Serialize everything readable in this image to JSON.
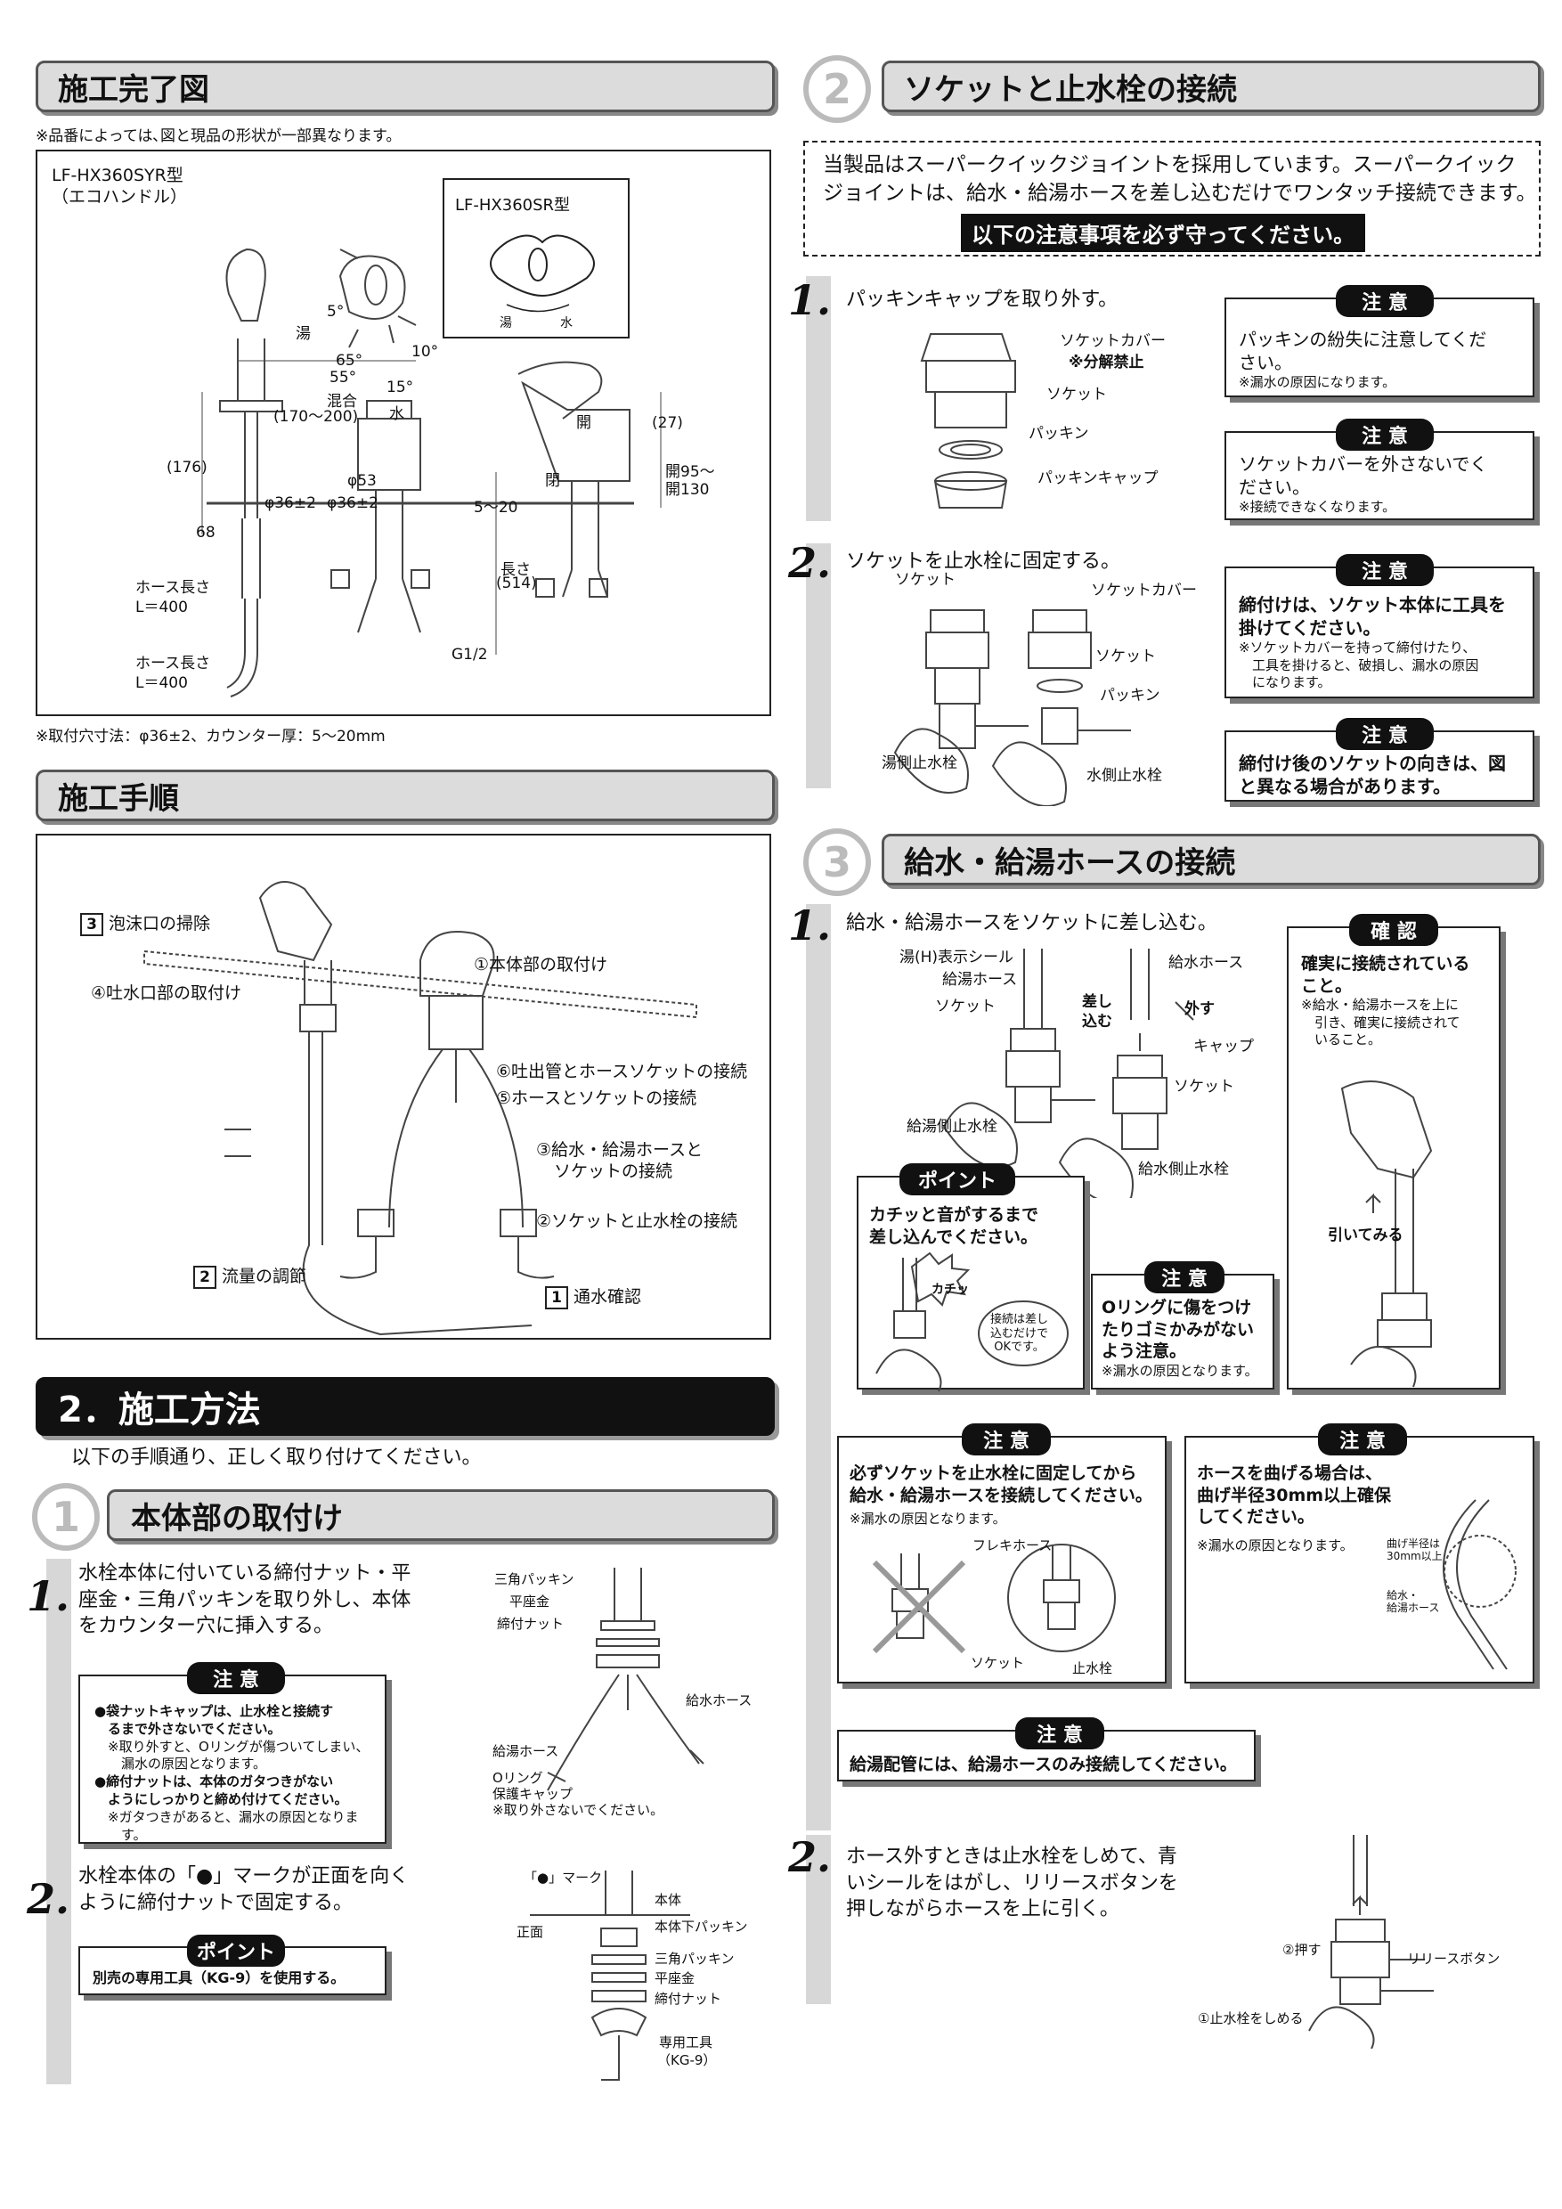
{
  "completion": {
    "title": "施工完了図",
    "note": "※品番によっては､図と現品の形状が一部異なります。",
    "model1": "LF-HX360SYR型",
    "model1_sub": "（エコハンドル）",
    "model2": "LF-HX360SR型",
    "hot": "湯",
    "cold": "水",
    "mix": "混合",
    "angle_5": "5°",
    "angle_65": "65°",
    "angle_55": "55°",
    "angle_15": "15°",
    "angle_10": "10°",
    "dim_170_200": "(170〜200)",
    "dim_176": "(176)",
    "dim_36a": "φ36±2",
    "dim_36b": "φ36±2",
    "dim_53": "φ53",
    "dim_68": "68",
    "dim_5_20": "5〜20",
    "dim_27": "(27)",
    "open": "開",
    "close": "閉",
    "open95": "開95〜",
    "open130": "開130",
    "length": "長さ",
    "length514": "(514)",
    "g12": "G1/2",
    "hose_len1": "ホース長さ",
    "hose_l1": "L＝400",
    "hose_len2": "ホース長さ",
    "hose_l2": "L＝400",
    "footnote": "※取付穴寸法：φ36±2、カウンター厚：5〜20mm"
  },
  "procedure": {
    "title": "施工手順",
    "s3": "3",
    "s3_label": "泡沫口の掃除",
    "s4": "④吐水口部の取付け",
    "s1c": "①本体部の取付け",
    "s6": "⑥吐出管とホースソケットの接続",
    "s5": "⑤ホースとソケットの接続",
    "s3c_a": "③給水・給湯ホースと",
    "s3c_b": "ソケットの接続",
    "s2c": "②ソケットと止水栓の接続",
    "s2": "2",
    "s2_label": "流量の調節",
    "s1": "1",
    "s1_label": "通水確認"
  },
  "method": {
    "title": "2．施工方法",
    "intro": "以下の手順通り、正しく取り付けてください。"
  },
  "body_install": {
    "num": "1",
    "title": "本体部の取付け",
    "step1_num": "1.",
    "step1_a": "水栓本体に付いている締付ナット・平",
    "step1_b": "座金・三角パッキンを取り外し、本体",
    "step1_c": "をカウンター穴に挿入する。",
    "caution_tag": "注 意",
    "c1_a": "●袋ナットキャップは、止水栓と接続す",
    "c1_b": "　るまで外さないでください。",
    "c1_c": "　※取り外すと、Oリングが傷ついてしまい、",
    "c1_d": "　　漏水の原因となります。",
    "c2_a": "●締付ナットは、本体のガタつきがない",
    "c2_b": "　ようにしっかりと締め付けてください。",
    "c2_c": "　※ガタつきがあると、漏水の原因となりま",
    "c2_d": "　　す。",
    "lbl_tri": "三角パッキン",
    "lbl_flat": "平座金",
    "lbl_nut": "締付ナット",
    "lbl_supply": "給水ホース",
    "lbl_hot": "給湯ホース",
    "lbl_oring": "Oリング",
    "lbl_cap": "保護キャップ",
    "lbl_noremove": "※取り外さないでください。",
    "step2_num": "2.",
    "step2_a": "水栓本体の「●」マークが正面を向く",
    "step2_b": "ように締付ナットで固定する。",
    "point_tag": "ポイント",
    "point_text": "別売の専用工具（KG-9）を使用する。",
    "lbl_mark": "「●」マーク",
    "lbl_front": "正面",
    "lbl_body": "本体",
    "lbl_lower": "本体下パッキン",
    "lbl_tri2": "三角パッキン",
    "lbl_flat2": "平座金",
    "lbl_nut2": "締付ナット",
    "lbl_tool": "専用工具",
    "lbl_kg9": "（KG-9）"
  },
  "socket": {
    "num": "2",
    "title": "ソケットと止水栓の接続",
    "intro_a": "当製品はスーパークイックジョイントを採用しています。スーパークイック",
    "intro_b": "ジョイントは、給水・給湯ホースを差し込むだけでワンタッチ接続できます。",
    "intro_c": "以下の注意事項を必ず守ってください。",
    "step1_num": "1.",
    "step1": "パッキンキャップを取り外す。",
    "lbl_cover": "ソケットカバー",
    "lbl_nodis": "※分解禁止",
    "lbl_socket": "ソケット",
    "lbl_packing": "パッキン",
    "lbl_pcap": "パッキンキャップ",
    "c1_tag": "注 意",
    "c1_a": "パッキンの紛失に注意してくだ",
    "c1_b": "さい。",
    "c1_c": "※漏水の原因になります。",
    "c2_tag": "注 意",
    "c2_a": "ソケットカバーを外さないでく",
    "c2_b": "ださい。",
    "c2_c": "※接続できなくなります。",
    "step2_num": "2.",
    "step2": "ソケットを止水栓に固定する。",
    "lbl_socket2": "ソケット",
    "lbl_cover2": "ソケットカバー",
    "lbl_socket3": "ソケット",
    "lbl_packing2": "パッキン",
    "lbl_hotvalve": "湯側止水栓",
    "lbl_coldvalve": "水側止水栓",
    "c3_tag": "注 意",
    "c3_a": "締付けは、ソケット本体に工具を",
    "c3_b": "掛けてください。",
    "c3_c": "※ソケットカバーを持って締付けたり、",
    "c3_d": "　工具を掛けると、破損し、漏水の原因",
    "c3_e": "　になります。",
    "c4_tag": "注 意",
    "c4_a": "締付け後のソケットの向きは、図",
    "c4_b": "と異なる場合があります。"
  },
  "hose": {
    "num": "3",
    "title": "給水・給湯ホースの接続",
    "step1_num": "1.",
    "step1": "給水・給湯ホースをソケットに差し込む。",
    "lbl_seal": "湯(H)表示シール",
    "lbl_hot": "給湯ホース",
    "lbl_socket": "ソケット",
    "lbl_insert_a": "差し",
    "lbl_insert_b": "込む",
    "lbl_supply": "給水ホース",
    "lbl_remove": "外す",
    "lbl_cap": "キャップ",
    "lbl_socket2": "ソケット",
    "lbl_hotvalve": "給湯側止水栓",
    "lbl_coldvalve": "給水側止水栓",
    "confirm_tag": "確 認",
    "confirm_a": "確実に接続されている",
    "confirm_b": "こと。",
    "confirm_c": "※給水・給湯ホースを上に",
    "confirm_d": "　引き、確実に接続されて",
    "confirm_e": "　いること。",
    "pull": "引いてみる",
    "point_tag": "ポイント",
    "point_a": "カチッと音がするまで",
    "point_b": "差し込んでください。",
    "click": "カチッ",
    "bubble_a": "接続は差し",
    "bubble_b": "込むだけで",
    "bubble_c": "OKです。",
    "c_oring_tag": "注 意",
    "c_oring_a": "Oリングに傷をつけ",
    "c_oring_b": "たりゴミかみがない",
    "c_oring_c": "よう注意。",
    "c_oring_d": "※漏水の原因となります。",
    "c5_tag": "注 意",
    "c5_a": "必ずソケットを止水栓に固定してから",
    "c5_b": "給水・給湯ホースを接続してください。",
    "c5_c": "※漏水の原因となります。",
    "lbl_flex": "フレキホース",
    "lbl_socket3": "ソケット",
    "lbl_valve": "止水栓",
    "c6_tag": "注 意",
    "c6_a": "ホースを曲げる場合は、",
    "c6_b": "曲げ半径30mm以上確保",
    "c6_c": "してください。",
    "c6_d": "※漏水の原因となります。",
    "lbl_radius_a": "曲げ半径は",
    "lbl_radius_b": "30mm以上",
    "lbl_hoses_a": "給水・",
    "lbl_hoses_b": "給湯ホース",
    "c7_tag": "注 意",
    "c7": "給湯配管には、給湯ホースのみ接続してください。",
    "step2_num": "2.",
    "step2_a": "ホース外すときは止水栓をしめて、青",
    "step2_b": "いシールをはがし、リリースボタンを",
    "step2_c": "押しながらホースを上に引く。",
    "lbl_press": "②押す",
    "lbl_release": "リリースボタン",
    "lbl_close": "①止水栓をしめる"
  }
}
